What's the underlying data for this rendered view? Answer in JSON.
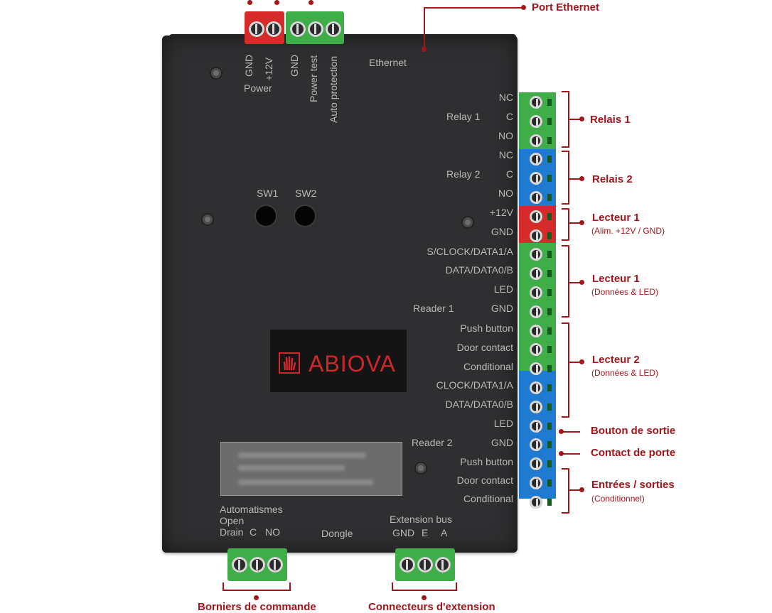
{
  "board": {
    "brand": "ABIOVA",
    "silkscreen": {
      "power_gnd": "GND",
      "power_12v": "+12V",
      "power": "Power",
      "gnd2": "GND",
      "power_test": "Power test",
      "auto_protection": "Auto protection",
      "ethernet": "Ethernet",
      "sw1": "SW1",
      "sw2": "SW2",
      "relay1": "Relay 1",
      "relay2": "Relay 2",
      "reader1": "Reader 1",
      "reader2": "Reader 2",
      "automatismes": "Automatismes",
      "open": "Open",
      "drain": "Drain",
      "c": "C",
      "no": "NO",
      "dongle": "Dongle",
      "extension_bus": "Extension bus",
      "ext_gnd": "GND",
      "ext_e": "E",
      "ext_a": "A"
    },
    "right_labels": [
      "NC",
      "C",
      "NO",
      "NC",
      "C",
      "NO",
      "+12V",
      "GND",
      "S/CLOCK/DATA1/A",
      "DATA/DATA0/B",
      "LED",
      "GND",
      "Push button",
      "Door contact",
      "Conditional",
      "CLOCK/DATA1/A",
      "DATA/DATA0/B",
      "LED",
      "GND",
      "Push button",
      "Door contact",
      "Conditional"
    ]
  },
  "annotations": {
    "port_ethernet": "Port Ethernet",
    "relais1": "Relais 1",
    "relais2": "Relais 2",
    "lecteur1_alim": "Lecteur 1",
    "lecteur1_alim_sub": "(Alim. +12V / GND)",
    "lecteur1_data": "Lecteur 1",
    "lecteur1_data_sub": "(Données & LED)",
    "lecteur2": "Lecteur 2",
    "lecteur2_sub": "(Données & LED)",
    "bouton_sortie": "Bouton de sortie",
    "contact_porte": "Contact de porte",
    "entrees_sorties": "Entrées / sorties",
    "entrees_sorties_sub": "(Conditionnel)",
    "borniers": "Borniers de commande",
    "connecteurs": "Connecteurs d'extension"
  },
  "colors": {
    "accent": "#a3151b",
    "green": "#3fae49",
    "blue": "#1f7ad1",
    "red": "#d52b2b",
    "board": "#2f2f31"
  },
  "icons": [
    "hand-logo-icon"
  ]
}
